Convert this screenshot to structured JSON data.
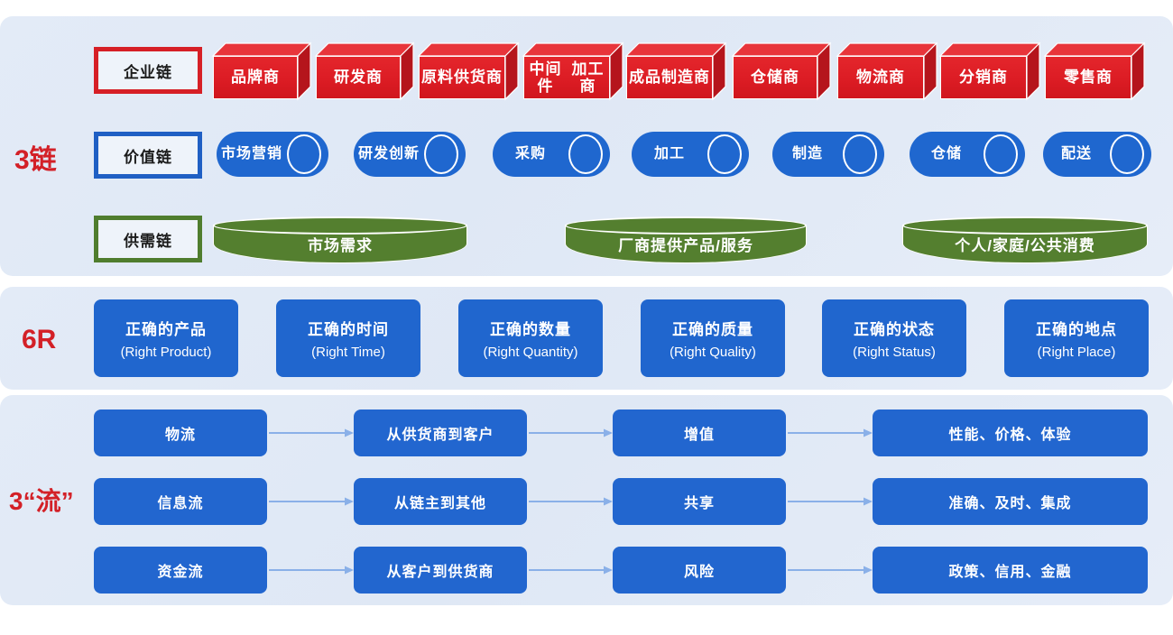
{
  "sections": {
    "chains": {
      "label": "3链",
      "label_color": "#d32027",
      "enterprise": {
        "name": "企业链",
        "border_color": "#d61f26",
        "nodes": [
          "品牌商",
          "研发商",
          "原料供\n货商",
          "中间件\n加工商",
          "成品制\n造商",
          "仓储商",
          "物流商",
          "分销商",
          "零售商"
        ]
      },
      "value": {
        "name": "价值链",
        "border_color": "#1f5fc4",
        "nodes": [
          "市场\n营销",
          "研发\n创新",
          "采购",
          "加工",
          "制造",
          "仓储",
          "配送"
        ]
      },
      "supply": {
        "name": "供需链",
        "border_color": "#4f7d2e",
        "nodes": [
          "市场需求",
          "厂商提供产品/服务",
          "个人/家庭/公共消费"
        ]
      }
    },
    "sixr": {
      "label": "6R",
      "label_color": "#d32027",
      "cards": [
        {
          "cn": "正确的产品",
          "en": "(Right Product)"
        },
        {
          "cn": "正确的时间",
          "en": "(Right Time)"
        },
        {
          "cn": "正确的数量",
          "en": "(Right Quantity)"
        },
        {
          "cn": "正确的质量",
          "en": "(Right Quality)"
        },
        {
          "cn": "正确的状态",
          "en": "(Right Status)"
        },
        {
          "cn": "正确的地点",
          "en": "(Right Place)"
        }
      ]
    },
    "flows": {
      "label": "3“流”",
      "label_color": "#d32027",
      "rows": [
        {
          "name": "物流",
          "direction": "从供货商到客户",
          "effect": "增值",
          "attributes": "性能、价格、体验"
        },
        {
          "name": "信息流",
          "direction": "从链主到其他",
          "effect": "共享",
          "attributes": "准确、及时、集成"
        },
        {
          "name": "资金流",
          "direction": "从客户到供货商",
          "effect": "风险",
          "attributes": "政策、信用、金融"
        }
      ]
    }
  },
  "colors": {
    "panel_bg": "#e3ebf7",
    "red_box": "#dc1c24",
    "blue_cyl": "#1f67cf",
    "green_cyl": "#547f2f",
    "blue_card": "#2066ce",
    "arrow": "#8ab0e8"
  }
}
